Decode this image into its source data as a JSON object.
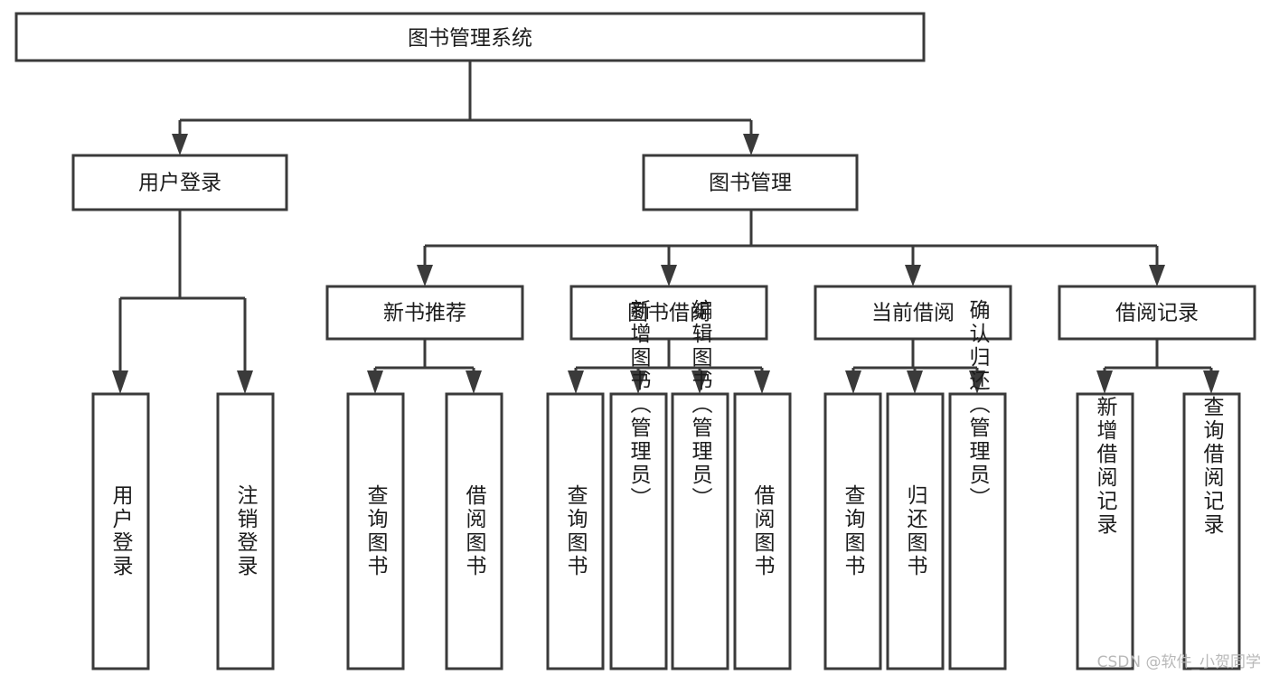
{
  "diagram": {
    "title": "图书管理系统",
    "type": "tree-hierarchy-diagram",
    "root": {
      "label": "图书管理系统"
    },
    "level2": [
      {
        "label": "用户登录"
      },
      {
        "label": "图书管理"
      }
    ],
    "level3": [
      {
        "label": "新书推荐"
      },
      {
        "label": "图书借阅"
      },
      {
        "label": "当前借阅"
      },
      {
        "label": "借阅记录"
      }
    ],
    "leaves": [
      {
        "label": "用户登录",
        "parent": "用户登录",
        "align": "middle"
      },
      {
        "label": "注销登录",
        "parent": "用户登录",
        "align": "middle"
      },
      {
        "label": "查询图书",
        "parent": "新书推荐",
        "align": "middle"
      },
      {
        "label": "借阅图书",
        "parent": "新书推荐",
        "align": "middle"
      },
      {
        "label": "查询图书",
        "parent": "图书借阅",
        "align": "middle"
      },
      {
        "label": "新增图书（管理员）",
        "parent": "图书借阅",
        "align": "top"
      },
      {
        "label": "编辑图书（管理员）",
        "parent": "图书借阅",
        "align": "top"
      },
      {
        "label": "借阅图书",
        "parent": "图书借阅",
        "align": "middle"
      },
      {
        "label": "查询图书",
        "parent": "当前借阅",
        "align": "middle"
      },
      {
        "label": "归还图书",
        "parent": "当前借阅",
        "align": "middle"
      },
      {
        "label": "确认归还（管理员）",
        "parent": "当前借阅",
        "align": "top"
      },
      {
        "label": "新增借阅记录",
        "parent": "借阅记录",
        "align": "middle"
      },
      {
        "label": "查询借阅记录",
        "parent": "借阅记录",
        "align": "middle"
      }
    ]
  },
  "watermark": {
    "text": "CSDN @软件_小贺同学"
  },
  "colors": {
    "stroke": "#3a3a3a",
    "box_fill": "#ffffff",
    "text": "#1c1c1c",
    "background": "#ffffff",
    "watermark": "#b9b9b9"
  }
}
